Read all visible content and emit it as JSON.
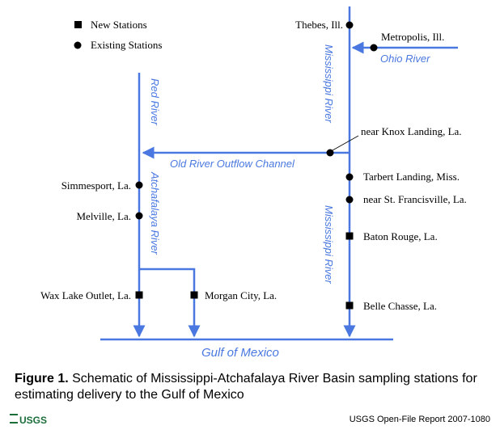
{
  "legend": {
    "new_stations": "New Stations",
    "existing_stations": "Existing Stations"
  },
  "rivers": {
    "red_river": "Red River",
    "atchafalaya_river": "Atchafalaya River",
    "mississippi_upper": "Mississippi River",
    "mississippi_lower": "Mississippi River",
    "ohio_river": "Ohio River",
    "old_river_outflow": "Old River Outflow Channel",
    "gulf": "Gulf of Mexico"
  },
  "stations": {
    "thebes": "Thebes, Ill.",
    "metropolis": "Metropolis, Ill.",
    "knox_landing": "near Knox Landing, La.",
    "tarbert_landing": "Tarbert Landing, Miss.",
    "st_francisville": "near St. Francisville, La.",
    "baton_rouge": "Baton Rouge, La.",
    "belle_chasse": "Belle Chasse, La.",
    "simmesport": "Simmesport, La.",
    "melville": "Melville, La.",
    "wax_lake": "Wax Lake Outlet, La.",
    "morgan_city": "Morgan City, La."
  },
  "caption": {
    "label": "Figure 1.",
    "text": " Schematic of Mississippi-Atchafalaya River Basin sampling stations for estimating delivery to the Gulf of Mexico"
  },
  "footer": {
    "logo": "USGS",
    "report": "USGS Open-File Report 2007-1080"
  },
  "colors": {
    "river": "#4a78e0",
    "station": "#000000"
  }
}
